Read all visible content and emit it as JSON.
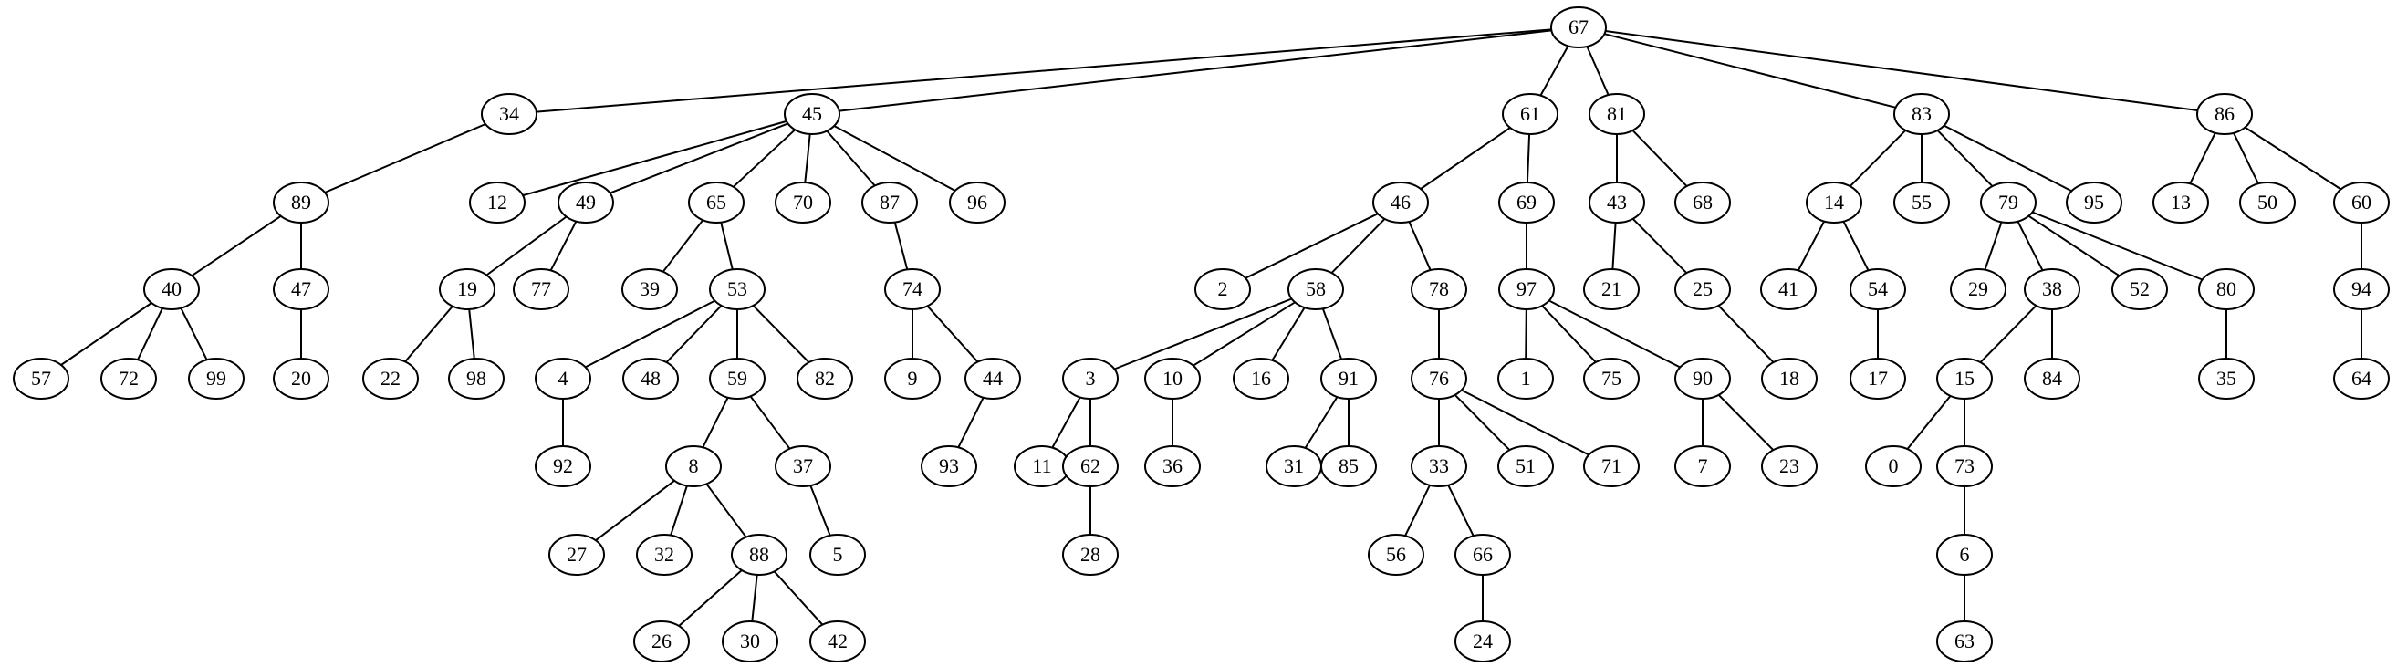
{
  "colors": {
    "background": "#ffffff",
    "stroke": "#000000",
    "text": "#000000"
  },
  "tree": {
    "root": "67",
    "edges": [
      [
        "67",
        "34"
      ],
      [
        "67",
        "45"
      ],
      [
        "67",
        "61"
      ],
      [
        "67",
        "81"
      ],
      [
        "67",
        "83"
      ],
      [
        "67",
        "86"
      ],
      [
        "34",
        "89"
      ],
      [
        "45",
        "12"
      ],
      [
        "45",
        "49"
      ],
      [
        "45",
        "65"
      ],
      [
        "45",
        "70"
      ],
      [
        "45",
        "87"
      ],
      [
        "45",
        "96"
      ],
      [
        "61",
        "46"
      ],
      [
        "61",
        "69"
      ],
      [
        "81",
        "43"
      ],
      [
        "81",
        "68"
      ],
      [
        "83",
        "14"
      ],
      [
        "83",
        "55"
      ],
      [
        "83",
        "79"
      ],
      [
        "83",
        "95"
      ],
      [
        "86",
        "13"
      ],
      [
        "86",
        "50"
      ],
      [
        "86",
        "60"
      ],
      [
        "89",
        "40"
      ],
      [
        "89",
        "47"
      ],
      [
        "49",
        "19"
      ],
      [
        "49",
        "77"
      ],
      [
        "65",
        "39"
      ],
      [
        "65",
        "53"
      ],
      [
        "87",
        "74"
      ],
      [
        "46",
        "2"
      ],
      [
        "46",
        "58"
      ],
      [
        "46",
        "78"
      ],
      [
        "69",
        "97"
      ],
      [
        "43",
        "21"
      ],
      [
        "43",
        "25"
      ],
      [
        "14",
        "41"
      ],
      [
        "14",
        "54"
      ],
      [
        "79",
        "29"
      ],
      [
        "79",
        "38"
      ],
      [
        "79",
        "52"
      ],
      [
        "79",
        "80"
      ],
      [
        "60",
        "94"
      ],
      [
        "40",
        "57"
      ],
      [
        "40",
        "72"
      ],
      [
        "40",
        "99"
      ],
      [
        "47",
        "20"
      ],
      [
        "19",
        "22"
      ],
      [
        "19",
        "98"
      ],
      [
        "53",
        "4"
      ],
      [
        "53",
        "48"
      ],
      [
        "53",
        "59"
      ],
      [
        "53",
        "82"
      ],
      [
        "74",
        "9"
      ],
      [
        "74",
        "44"
      ],
      [
        "58",
        "3"
      ],
      [
        "58",
        "10"
      ],
      [
        "58",
        "16"
      ],
      [
        "58",
        "91"
      ],
      [
        "78",
        "76"
      ],
      [
        "97",
        "1"
      ],
      [
        "97",
        "75"
      ],
      [
        "97",
        "90"
      ],
      [
        "25",
        "18"
      ],
      [
        "54",
        "17"
      ],
      [
        "38",
        "15"
      ],
      [
        "38",
        "84"
      ],
      [
        "80",
        "35"
      ],
      [
        "94",
        "64"
      ],
      [
        "4",
        "92"
      ],
      [
        "59",
        "8"
      ],
      [
        "59",
        "37"
      ],
      [
        "44",
        "93"
      ],
      [
        "3",
        "11"
      ],
      [
        "3",
        "62"
      ],
      [
        "10",
        "36"
      ],
      [
        "91",
        "31"
      ],
      [
        "91",
        "85"
      ],
      [
        "76",
        "33"
      ],
      [
        "76",
        "51"
      ],
      [
        "76",
        "71"
      ],
      [
        "90",
        "7"
      ],
      [
        "90",
        "23"
      ],
      [
        "15",
        "0"
      ],
      [
        "15",
        "73"
      ],
      [
        "8",
        "27"
      ],
      [
        "8",
        "32"
      ],
      [
        "8",
        "88"
      ],
      [
        "37",
        "5"
      ],
      [
        "62",
        "28"
      ],
      [
        "33",
        "56"
      ],
      [
        "33",
        "66"
      ],
      [
        "73",
        "6"
      ],
      [
        "88",
        "26"
      ],
      [
        "88",
        "30"
      ],
      [
        "88",
        "42"
      ],
      [
        "66",
        "24"
      ],
      [
        "6",
        "63"
      ]
    ]
  }
}
